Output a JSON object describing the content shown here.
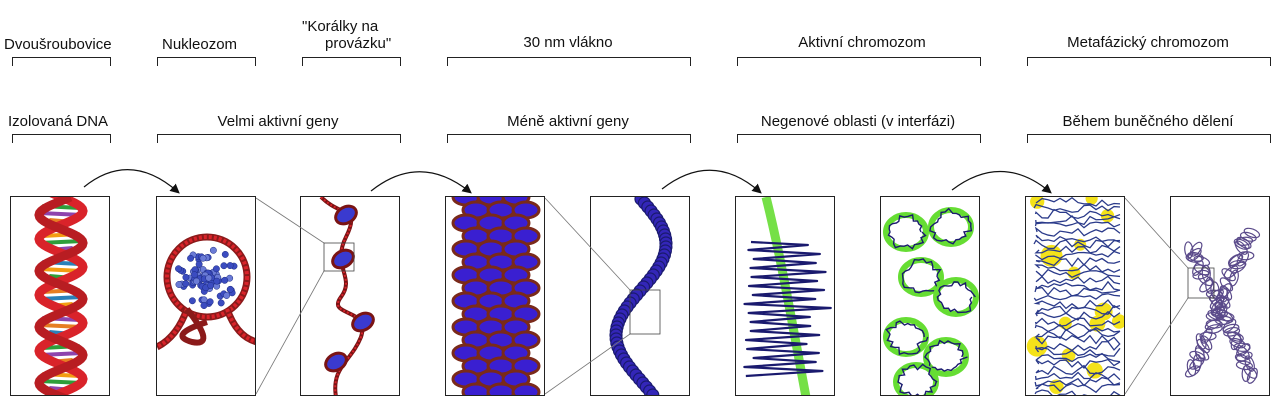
{
  "row1": {
    "dvousroubovice": "Dvoušroubovice",
    "nukleozom": "Nukleozom",
    "koralky_line1": "\"Korálky na",
    "koralky_line2": "provázku\"",
    "vlakno30": "30 nm vlákno",
    "aktivni": "Aktivní chromozom",
    "metafazicky": "Metafázický chromozom"
  },
  "row2": {
    "izolovana": "Izolovaná DNA",
    "velmi_aktivni": "Velmi aktivní geny",
    "mene_aktivni": "Méně aktivní geny",
    "negenove": "Negenové oblasti (v interfázi)",
    "behem": "Během buněčného dělení"
  },
  "colors": {
    "dna_red": "#d9232a",
    "dna_orange": "#f39c12",
    "dna_green": "#2e9e3a",
    "dna_purple": "#8e44ad",
    "histone_blue": "#3b4cc0",
    "fiber_navy": "#1a1a6e",
    "chrom_green": "#66dd33",
    "meta_yellow": "#f4e21a"
  }
}
